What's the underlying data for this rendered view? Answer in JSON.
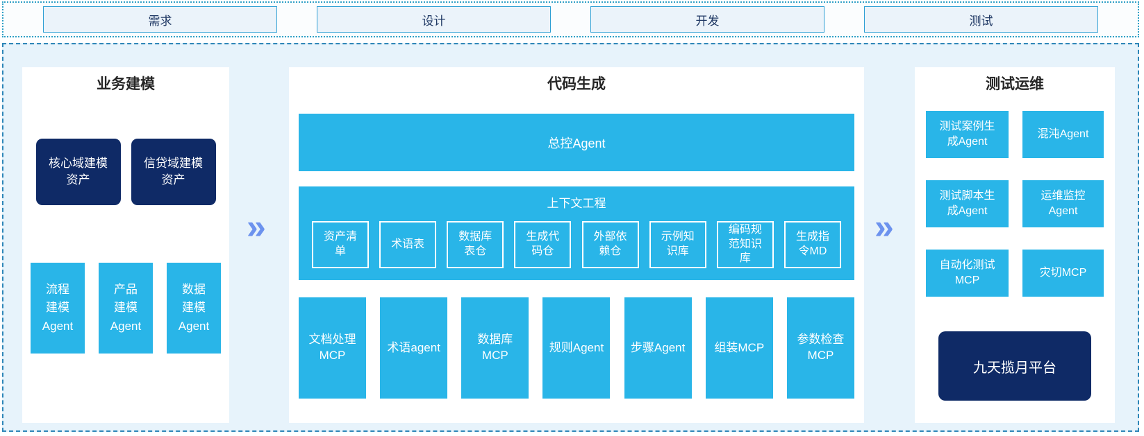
{
  "phases": [
    "需求",
    "设计",
    "开发",
    "测试"
  ],
  "panels": {
    "left": {
      "title": "业务建模",
      "asset_boxes": [
        "核心域建模\n资产",
        "信贷域建模\n资产"
      ],
      "agent_boxes": [
        "流程\n建模\nAgent",
        "产品\n建模\nAgent",
        "数据\n建模\nAgent"
      ]
    },
    "center": {
      "title": "代码生成",
      "master_bar": "总控Agent",
      "context": {
        "title": "上下文工程",
        "items": [
          "资产清\n单",
          "术语表",
          "数据库\n表仓",
          "生成代\n码仓",
          "外部依\n赖仓",
          "示例知\n识库",
          "编码规\n范知识\n库",
          "生成指\n令MD"
        ]
      },
      "mcp_row": [
        "文档处理\nMCP",
        "术语agent",
        "数据库\nMCP",
        "规则Agent",
        "步骤Agent",
        "组装MCP",
        "参数检查\nMCP"
      ]
    },
    "right": {
      "title": "测试运维",
      "grid": [
        "测试案例生\n成Agent",
        "混沌Agent",
        "测试脚本生\n成Agent",
        "运维监控\nAgent",
        "自动化测试\nMCP",
        "灾切MCP"
      ],
      "platform": "九天揽月平台"
    }
  },
  "icons": {
    "chevron_right_double": "»"
  },
  "colors": {
    "cyan_box": "#29b5e8",
    "navy_box": "#0f2a66",
    "container_bg": "#e7f3fb",
    "panel_bg": "#ffffff",
    "phase_box_bg": "#ebf3fa",
    "phase_box_border": "#2e9fd4",
    "dashed_border": "#2e86b8",
    "dotted_border": "#2fa0c6",
    "arrow_blue": "#6c92ee",
    "title_text": "#262626",
    "phase_text": "#1f3864"
  }
}
